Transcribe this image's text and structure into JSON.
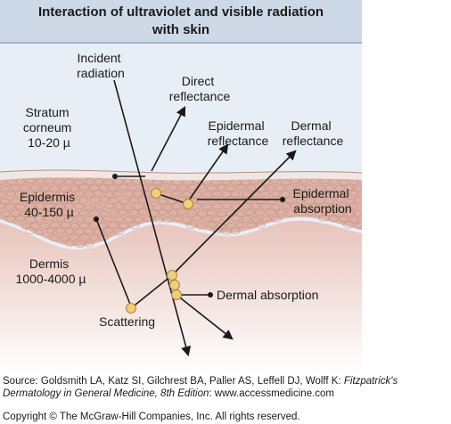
{
  "title": {
    "line1": "Interaction of ultraviolet and visible radiation",
    "line2": "with skin"
  },
  "labels": {
    "incident": [
      "Incident",
      "radiation"
    ],
    "direct_reflectance": [
      "Direct",
      "reflectance"
    ],
    "epidermal_reflectance": [
      "Epidermal",
      "reflectance"
    ],
    "dermal_reflectance": [
      "Dermal",
      "reflectance"
    ],
    "stratum_corneum": [
      "Stratum",
      "corneum",
      "10-20 µ"
    ],
    "epidermis": [
      "Epidermis",
      "40-150 µ"
    ],
    "epidermal_absorption": [
      "Epidermal",
      "absorption"
    ],
    "dermis": [
      "Dermis",
      "1000-4000 µ"
    ],
    "dermal_absorption": "Dermal absorption",
    "scattering": "Scattering"
  },
  "source": {
    "prefix": "Source: Goldsmith LA, Katz SI, Gilchrest BA, Paller AS, Leffell DJ, Wolff K: ",
    "book": "Fitzpatrick's Dermatology in General Medicine, 8th Edition",
    "suffix": ": www.accessmedicine.com"
  },
  "copyright": "Copyright © The McGraw-Hill Companies, Inc. All rights reserved.",
  "colors": {
    "panel": "#e8eef6",
    "title_band": "#ced9e8",
    "title_rule": "#9fb4cf",
    "stratum": "#f1e7e2",
    "epidermis": "#ddb2a6",
    "cell_line": "#bf8a7c",
    "dermis_top": "#e7c4bb",
    "dermis_bottom": "#ffffff",
    "node": "#f0cf7a",
    "node_stroke": "#b08530"
  }
}
